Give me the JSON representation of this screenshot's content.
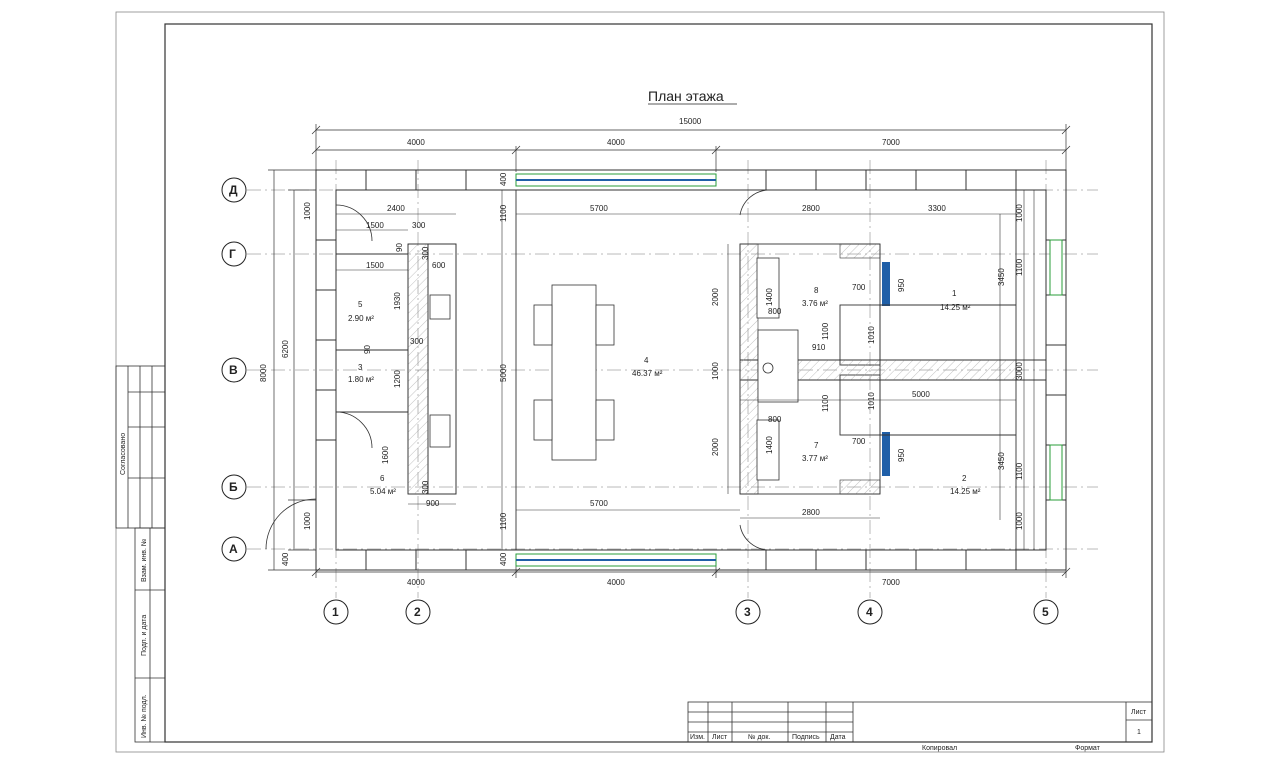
{
  "title": "План этажа",
  "overall_dimension": "15000",
  "axes_columns": [
    "1",
    "2",
    "3",
    "4",
    "5"
  ],
  "axes_rows": [
    "Д",
    "Г",
    "В",
    "Б",
    "А"
  ],
  "top_dimensions": [
    "4000",
    "4000",
    "7000"
  ],
  "bottom_dimensions": [
    "4000",
    "4000",
    "7000"
  ],
  "left_dimensions": {
    "overall": "8000",
    "inner": "6200",
    "bottom_offset": "1000",
    "wall": "400"
  },
  "rooms": [
    {
      "number": "1",
      "area": "14.25 м²"
    },
    {
      "number": "2",
      "area": "14.25 м²"
    },
    {
      "number": "3",
      "area": "1.80 м²"
    },
    {
      "number": "4",
      "area": "46.37 м²"
    },
    {
      "number": "5",
      "area": "2.90 м²"
    },
    {
      "number": "6",
      "area": "5.04 м²"
    },
    {
      "number": "7",
      "area": "3.77 м²"
    },
    {
      "number": "8",
      "area": "3.76 м²"
    }
  ],
  "inner_dimensions": {
    "d2400": "2400",
    "d1500a": "1500",
    "d1500b": "1500",
    "d300a": "300",
    "d600": "600",
    "d1930": "1930",
    "d300b": "300",
    "d1200": "1200",
    "d1600": "1600",
    "d900": "900",
    "d5700top": "5700",
    "d5700bot": "5700",
    "d5000": "5000",
    "d2800top": "2800",
    "d2800bot": "2800",
    "d3300": "3300",
    "d2000a": "2000",
    "d2000b": "2000",
    "d1000mid": "1000",
    "d1400a": "1400",
    "d1400b": "1400",
    "d800a": "800",
    "d800b": "800",
    "d910": "910",
    "d700a": "700",
    "d700b": "700",
    "d950a": "950",
    "d950b": "950",
    "d1100a": "1100",
    "d1100b": "1100",
    "d1010a": "1010",
    "d1010b": "1010",
    "d5000r": "5000",
    "d3450a": "3450",
    "d3450b": "3450",
    "d1100w1": "1100",
    "d1100w2": "1100",
    "d1000w1": "1000",
    "d1000w2": "1000",
    "d3000": "3000",
    "d1000c": "1000",
    "d1100c1": "1100",
    "d1100c2": "1100",
    "d400a": "400",
    "d400b": "400",
    "d90a": "90",
    "d90b": "90",
    "d300c": "300",
    "d300d": "300"
  },
  "side_stamp": {
    "agreed": "Согласовано",
    "inv_replace": "Взам. инв. №",
    "sign_date": "Подп. и дата",
    "inv_orig": "Инв. № подл."
  },
  "title_block": {
    "col_change": "Изм.",
    "col_sheet": "Лист",
    "col_doc": "№ док.",
    "col_sign": "Подпись",
    "col_date": "Дата",
    "sheet_label": "Лист",
    "sheet_number": "1",
    "copied": "Копировал",
    "format": "Формат"
  },
  "colors": {
    "line": "#333333",
    "glass": "#2a9d3a",
    "accent": "#1f5fa8",
    "hatch": "#888888"
  }
}
